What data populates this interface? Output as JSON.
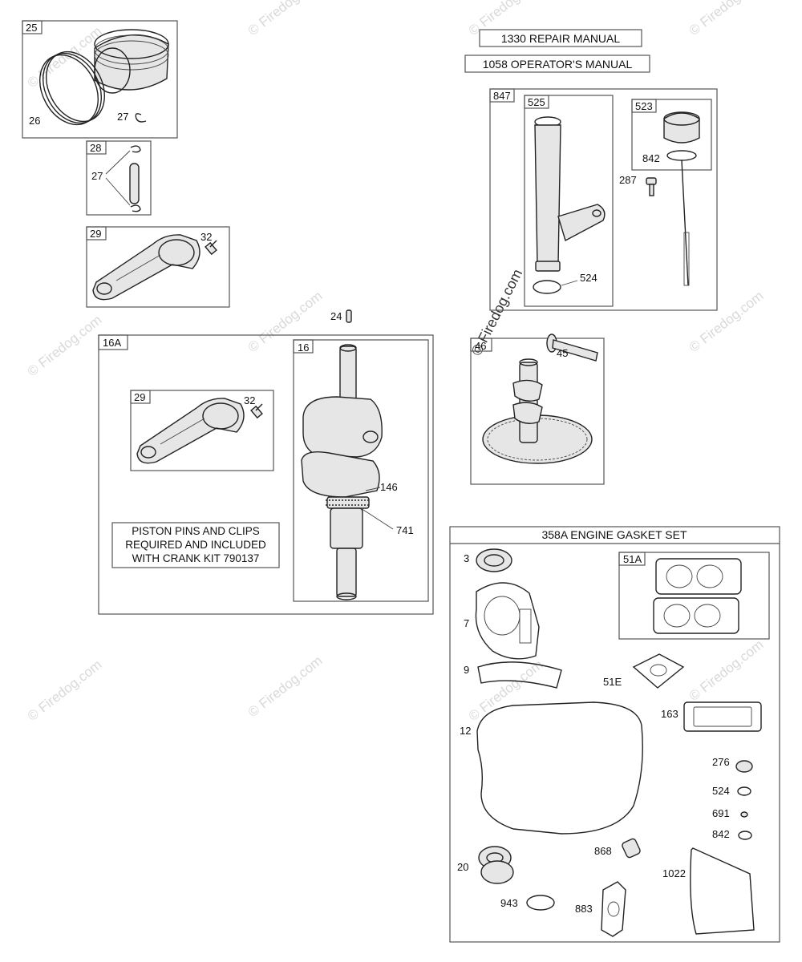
{
  "diagram": {
    "watermark": "© Firedog.com",
    "manuals": {
      "repair": "1330 REPAIR MANUAL",
      "operator": "1058 OPERATOR'S MANUAL"
    },
    "piston_group": {
      "box": "25",
      "rings": "26",
      "clip": "27"
    },
    "pin_group": {
      "box": "28",
      "clips": "27"
    },
    "rod_group": {
      "box": "29",
      "bolt": "32"
    },
    "key": "24",
    "crank_kit": {
      "box": "16A",
      "crank_box": "16",
      "rod_box": "29",
      "rod_bolt": "32",
      "part_146": "146",
      "part_741": "741",
      "note_lines": [
        "PISTON PINS AND CLIPS",
        "REQUIRED AND INCLUDED",
        "WITH CRANK KIT 790137"
      ]
    },
    "dipstick_kit": {
      "box": "847",
      "tube_box": "525",
      "tube_seal": "524",
      "dipstick_box": "523",
      "dipstick_oring": "842",
      "screw": "287"
    },
    "cam_group": {
      "box": "46",
      "lifter": "45"
    },
    "gasket_set": {
      "title": "358A ENGINE GASKET SET",
      "head_gasket_box": "51A",
      "labels": {
        "p3": "3",
        "p7": "7",
        "p9": "9",
        "p12": "12",
        "p20": "20",
        "p51e": "51E",
        "p163": "163",
        "p276": "276",
        "p524": "524",
        "p691": "691",
        "p842": "842",
        "p868": "868",
        "p1022": "1022",
        "p943": "943",
        "p883": "883"
      }
    }
  }
}
